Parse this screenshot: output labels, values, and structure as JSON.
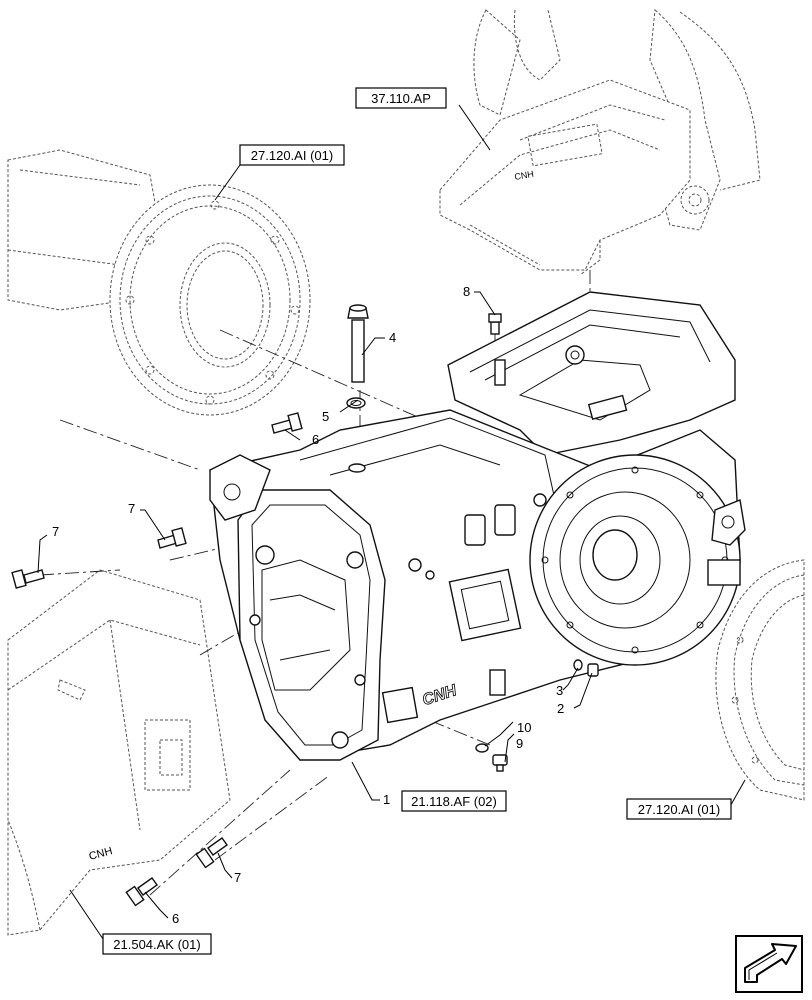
{
  "refs": {
    "ref_37110": "37.110.AP",
    "ref_27120_top": "27.120.AI (01)",
    "ref_27120_right": "27.120.AI (01)",
    "ref_21118": "21.118.AF (02)",
    "ref_21504": "21.504.AK (01)"
  },
  "callouts": {
    "n1": "1",
    "n2": "2",
    "n3": "3",
    "n4": "4",
    "n5": "5",
    "n6a": "6",
    "n6b": "6",
    "n7a": "7",
    "n7b": "7",
    "n7c": "7",
    "n8": "8",
    "n9": "9",
    "n10": "10"
  },
  "logos": {
    "housing_logo": "CNH",
    "left_logo": "CNH",
    "top_logo": "CNH"
  },
  "nav_icon": "next-page-arrow-icon"
}
